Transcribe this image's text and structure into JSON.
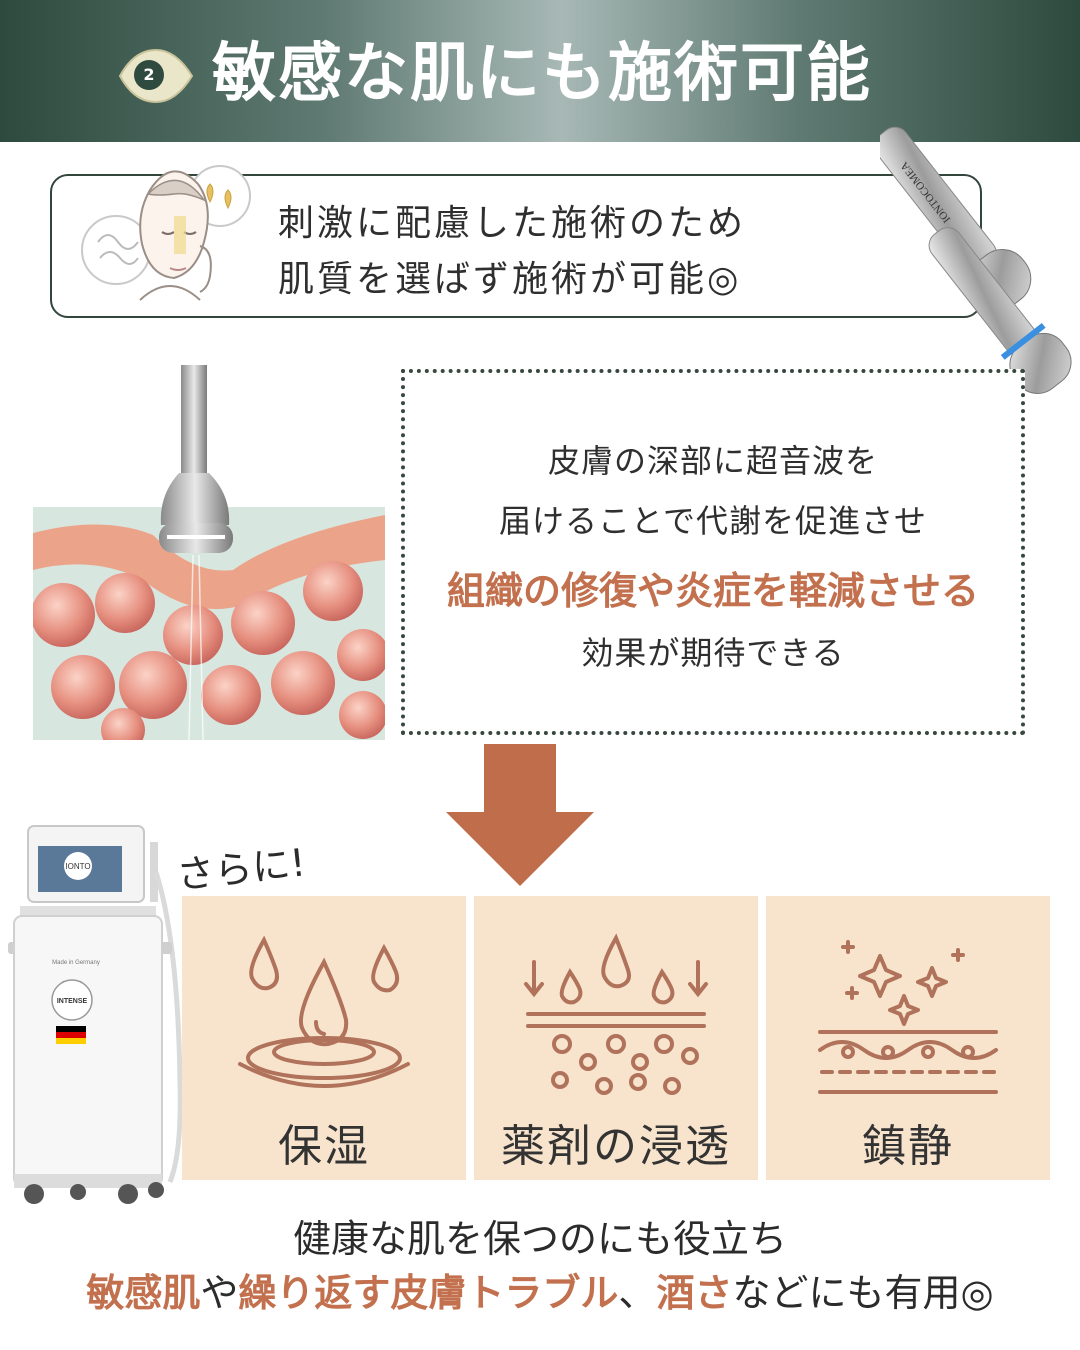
{
  "header": {
    "badge_number": "2",
    "title": "敏感な肌にも施術可能"
  },
  "intro": {
    "line1": "刺激に配慮した施術のため",
    "line2": "肌質を選ばず施術が可能◎"
  },
  "probe_label": "IONTOCOMEA",
  "mechanism": {
    "line1": "皮膚の深部に超音波を",
    "line2": "届けることで代謝を促進させ",
    "emphasis": "組織の修復や炎症を軽減させる",
    "line4": "効果が期待できる"
  },
  "additionally": "さらに!",
  "machine": {
    "screen_logo": "IONTO",
    "product_name": "INTENSE",
    "made_in": "Made in Germany"
  },
  "benefits": [
    {
      "label": "保湿",
      "icon": "water-drops-icon"
    },
    {
      "label": "薬剤の浸透",
      "icon": "penetration-icon"
    },
    {
      "label": "鎮静",
      "icon": "soothing-skin-icon"
    }
  ],
  "footer": {
    "line1": "健康な肌を保つのにも役立ち",
    "line2_parts": {
      "a": "敏感肌",
      "b": "や",
      "c": "繰り返す皮膚トラブル",
      "d": "、",
      "e": "酒さ",
      "f": "などにも有用◎"
    }
  },
  "colors": {
    "accent": "#c2704d",
    "dark_green": "#2e4a3e",
    "card_bg": "#f8e4cc",
    "arrow": "#c06d4c"
  }
}
